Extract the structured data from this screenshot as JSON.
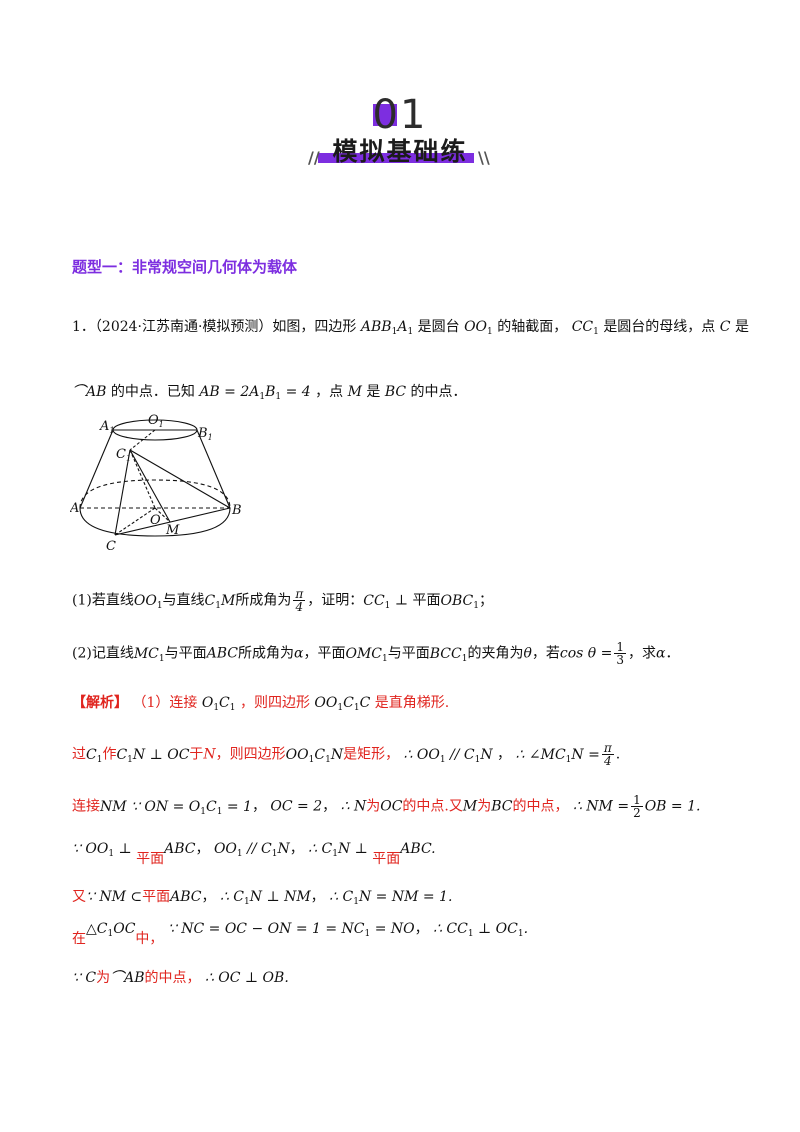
{
  "header": {
    "number": "01",
    "title": "模拟基础练",
    "left_slash": "//",
    "right_slash": "\\\\"
  },
  "section_title": "题型一：非常规空间几何体为载体",
  "problem": {
    "line1_a": "1．（2024·江苏南通·模拟预测）如图，四边形",
    "line1_b": "是圆台",
    "line1_c": "的轴截面，",
    "line1_d": "是圆台的母线，点",
    "line1_e": "是",
    "line2_a": "的中点．已知",
    "line2_b": "，点",
    "line2_c": "是",
    "line2_d": "的中点．",
    "q1_a": "(1)若直线",
    "q1_b": "与直线",
    "q1_c": "所成角为",
    "q1_d": "，证明：",
    "q1_e": "平面",
    "q1_f": "；",
    "q2_a": "(2)记直线",
    "q2_b": "与平面",
    "q2_c": "所成角为",
    "q2_d": "，平面",
    "q2_e": "与平面",
    "q2_f": "的夹角为",
    "q2_g": "，若",
    "q2_h": "，求",
    "q2_i": "．"
  },
  "figure": {
    "labels": {
      "A1": "A",
      "B1": "B",
      "O1": "O",
      "C1": "C",
      "A": "A",
      "B": "B",
      "O": "O",
      "M": "M",
      "C": "C",
      "one": "1"
    }
  },
  "solution": {
    "tag": "【解析】",
    "s1_a": "（1）连接",
    "s1_b": "，则四边形",
    "s1_c": "是直角梯形.",
    "s2_a": "过",
    "s2_b": "作",
    "s2_c": "于",
    "s2_d": "，则四边形",
    "s2_e": "是矩形，",
    "s3_a": "连接",
    "s3_b": "为",
    "s3_c": "的中点.又",
    "s3_d": "为",
    "s3_e": "的中点，",
    "s4_plane": "平面",
    "s5_a": "又",
    "s5_b": "平面",
    "s6_a": "在",
    "s6_b": "中，",
    "s7_a": "为",
    "s7_b": "的中点，"
  }
}
